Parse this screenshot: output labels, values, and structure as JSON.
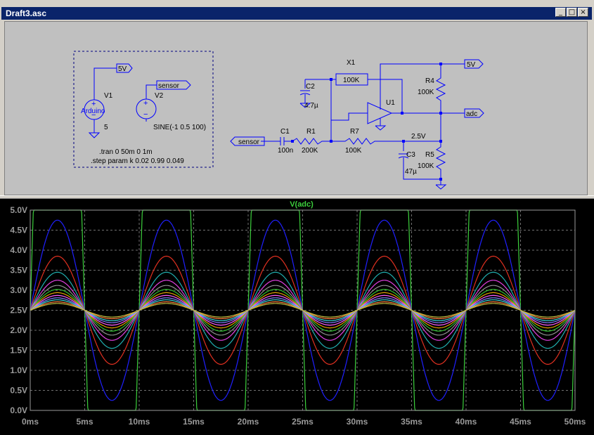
{
  "window": {
    "title": "Draft3.asc",
    "min_glyph": "_",
    "max_glyph": "□",
    "close_glyph": "×"
  },
  "schematic": {
    "left_group": {
      "v1_name": "V1",
      "v1_value": "5",
      "v1_label": "Arduino",
      "v2_name": "V2",
      "v2_value": "SINE(-1 0.5 100)",
      "net_5v": "5V",
      "net_sensor": "sensor",
      "directive_tran": ".tran 0 50m 0 1m",
      "directive_step": ".step param k 0.02 0.99 0.049"
    },
    "right_group": {
      "x1": "X1",
      "x1_value": "100K",
      "c2": "C2",
      "c2_value": "4.7µ",
      "u1": "U1",
      "r4": "R4",
      "r4_value": "100K",
      "net_5v": "5V",
      "net_adc": "adc",
      "net_sensor": "sensor",
      "c1": "C1",
      "c1_value": "100n",
      "r1": "R1",
      "r1_value": "200K",
      "r7": "R7",
      "r7_value": "100K",
      "node_label": "2.5V",
      "c3": "C3",
      "c3_value": "47µ",
      "r5": "R5",
      "r5_value": "100K"
    }
  },
  "colors": {
    "accent_title": "#0a246a",
    "plot_bg": "#000000",
    "grid": "#707070",
    "wire": "#0000ff"
  },
  "chart_data": {
    "type": "line",
    "title": "V(adc)",
    "xlabel": "",
    "ylabel": "",
    "xlim": [
      0,
      50
    ],
    "ylim": [
      0,
      5
    ],
    "x_ticks": [
      "0ms",
      "5ms",
      "10ms",
      "15ms",
      "20ms",
      "25ms",
      "30ms",
      "35ms",
      "40ms",
      "45ms",
      "50ms"
    ],
    "y_ticks": [
      "0.0V",
      "0.5V",
      "1.0V",
      "1.5V",
      "2.0V",
      "2.5V",
      "3.0V",
      "3.5V",
      "4.0V",
      "4.5V",
      "5.0V"
    ],
    "grid": true,
    "frequency_hz": 100,
    "offset_v": 2.5,
    "series": [
      {
        "color": "#3ccf3c",
        "amplitude": 2.5,
        "clipped": true
      },
      {
        "color": "#2020ff",
        "amplitude": 2.25,
        "clipped": false
      },
      {
        "color": "#e03020",
        "amplitude": 1.35,
        "clipped": false
      },
      {
        "color": "#20b0b0",
        "amplitude": 0.95,
        "clipped": false
      },
      {
        "color": "#e040e0",
        "amplitude": 0.75,
        "clipped": false
      },
      {
        "color": "#909090",
        "amplitude": 0.62,
        "clipped": false
      },
      {
        "color": "#30c030",
        "amplitude": 0.52,
        "clipped": false
      },
      {
        "color": "#e0a000",
        "amplitude": 0.44,
        "clipped": false
      },
      {
        "color": "#ff60ff",
        "amplitude": 0.37,
        "clipped": false
      },
      {
        "color": "#8080ff",
        "amplitude": 0.31,
        "clipped": false
      },
      {
        "color": "#40e0e0",
        "amplitude": 0.26,
        "clipped": false
      },
      {
        "color": "#ff8040",
        "amplitude": 0.21,
        "clipped": false
      },
      {
        "color": "#c0c040",
        "amplitude": 0.17,
        "clipped": false
      }
    ]
  }
}
